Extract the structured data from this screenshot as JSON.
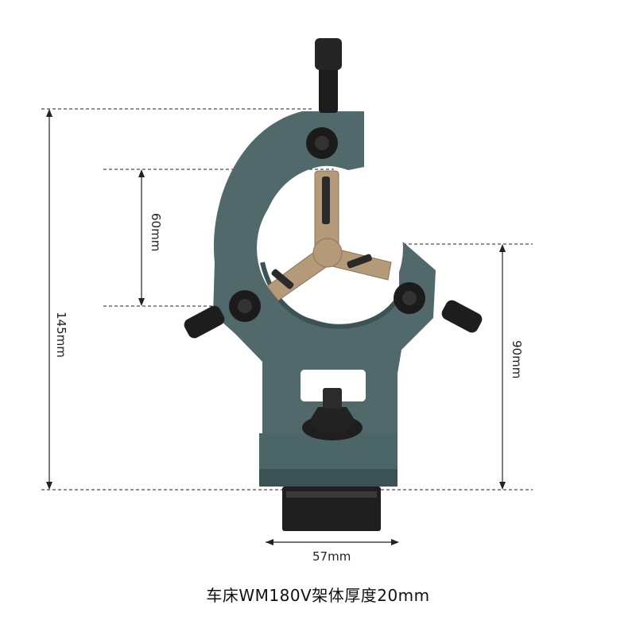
{
  "dimensions": {
    "total_height": "145mm",
    "bore_diameter": "60mm",
    "base_to_center": "90mm",
    "base_width": "57mm"
  },
  "caption": "车床WM180V架体厚度20mm",
  "colors": {
    "body": "#4f6a6c",
    "body_shadow": "#3b5254",
    "brass": "#b49a78",
    "knob": "#1e1e1e",
    "dim_line": "#222222"
  }
}
